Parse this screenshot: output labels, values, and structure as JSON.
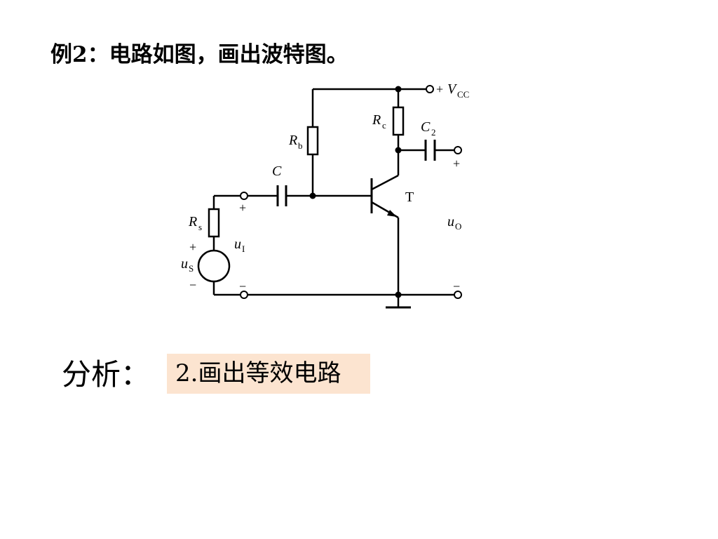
{
  "slide": {
    "title": "例2：电路如图，画出波特图。",
    "analysis_label": "分析：",
    "step_label": "2.画出等效电路"
  },
  "circuit": {
    "labels": {
      "vcc_main": "V",
      "vcc_sub": "CC",
      "rb_main": "R",
      "rb_sub": "b",
      "rc_main": "R",
      "rc_sub": "c",
      "c_main": "C",
      "c2_main": "C",
      "c2_sub": "2",
      "rs_main": "R",
      "rs_sub": "s",
      "us_main": "u",
      "us_sub": "S",
      "ui_main": "u",
      "ui_sub": "I",
      "uo_main": "u",
      "uo_sub": "O",
      "transistor": "T",
      "plus": "+",
      "minus": "−"
    }
  },
  "colors": {
    "step_highlight": "#fce4d0",
    "line": "#000000"
  }
}
